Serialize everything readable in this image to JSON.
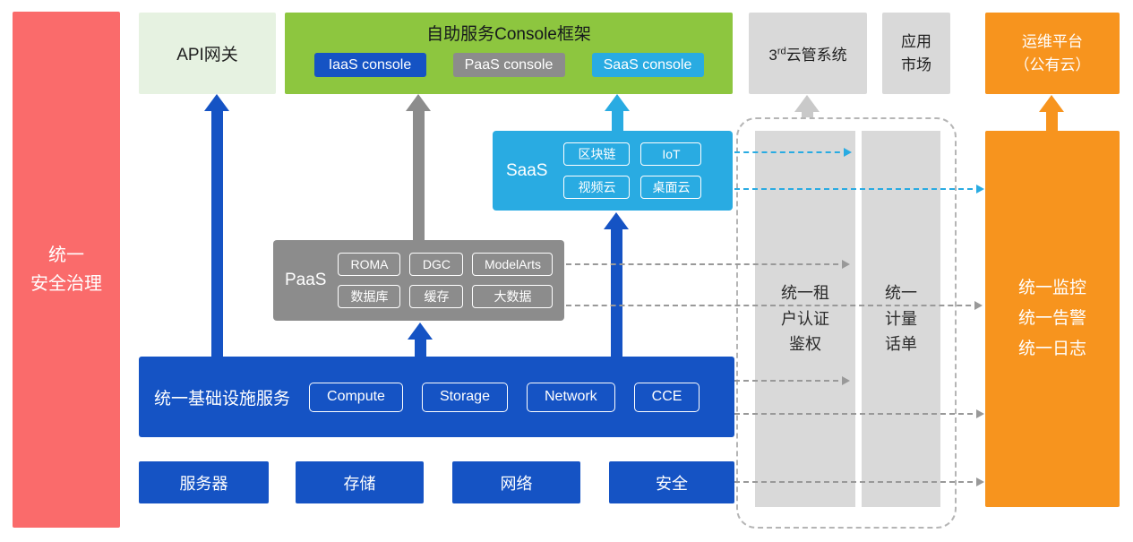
{
  "colors": {
    "red": "#fa6b6b",
    "light-green": "#e6f2e1",
    "green": "#8dc63f",
    "blue": "#1553c4",
    "cyan": "#29abe2",
    "gray": "#8c8c8c",
    "light-gray": "#d9d9d9",
    "orange": "#f7941e",
    "line-gray": "#999999",
    "arrow-light": "#c9c9c9"
  },
  "security": {
    "label": "统一\n安全治理"
  },
  "top": {
    "api_gateway": "API网关",
    "console": {
      "title": "自助服务Console框架",
      "iaas": "IaaS console",
      "paas": "PaaS console",
      "saas": "SaaS console"
    },
    "third_party": {
      "prefix": "3",
      "sup": "rd",
      "text": "云管系统"
    },
    "app_market": "应用\n市场",
    "om_platform": "运维平台\n（公有云）"
  },
  "saas": {
    "label": "SaaS",
    "items": [
      "区块链",
      "IoT",
      "视频云",
      "桌面云"
    ]
  },
  "paas": {
    "label": "PaaS",
    "items": [
      "ROMA",
      "DGC",
      "ModelArts",
      "数据库",
      "缓存",
      "大数据"
    ]
  },
  "iaas": {
    "label": "统一基础设施服务",
    "items": [
      "Compute",
      "Storage",
      "Network",
      "CCE"
    ]
  },
  "hardware": {
    "items": [
      "服务器",
      "存储",
      "网络",
      "安全"
    ]
  },
  "right": {
    "tenant_auth": "统一租\n户认证\n鉴权",
    "metering": "统一\n计量\n话单",
    "monitoring": "统一监控\n统一告警\n统一日志"
  }
}
